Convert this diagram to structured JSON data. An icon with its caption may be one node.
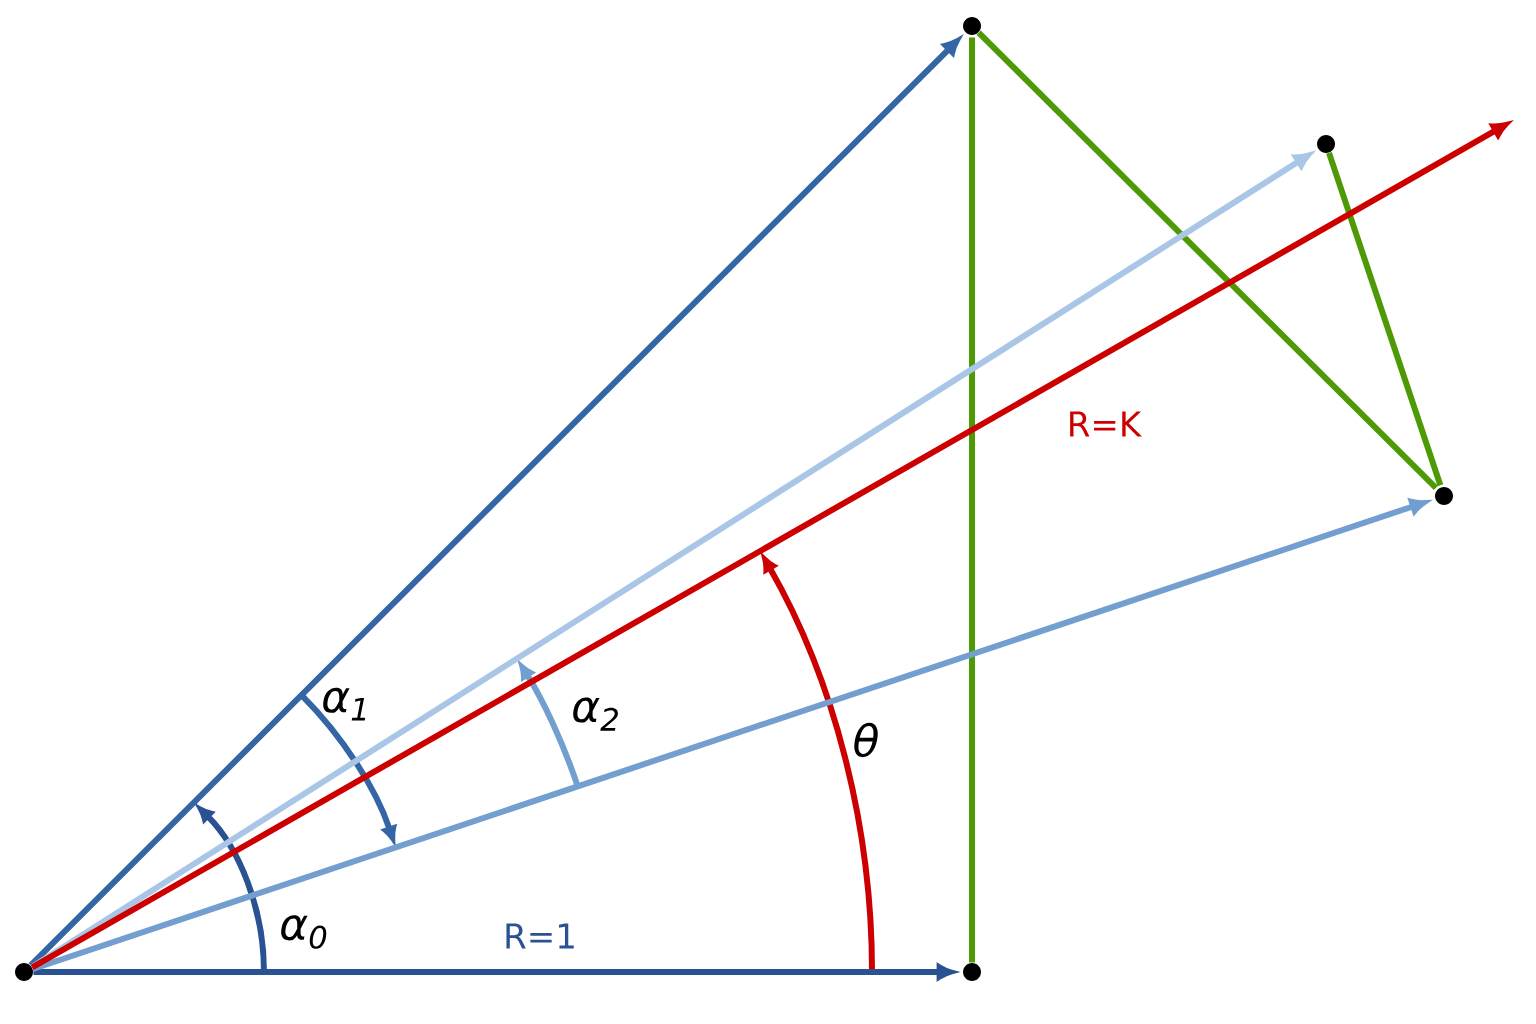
{
  "diagram": {
    "nodes": [
      {
        "text": [],
        "shape": "circle"
      },
      {
        "text": [],
        "shape": "circle"
      },
      {
        "text": [],
        "shape": "circle"
      },
      {
        "text": [],
        "shape": "circle"
      },
      {
        "text": [],
        "shape": "circle"
      }
    ],
    "edges": [
      {
        "from": 0,
        "to": 1,
        "arrow": "to",
        "label": "R=1",
        "color": "#2a5293"
      },
      {
        "from": 0,
        "to": 2,
        "arrow": "to",
        "color": "#3465a4"
      },
      {
        "from": 0,
        "to": 3,
        "arrow": "to",
        "color": "#a9c6e6"
      },
      {
        "from": 0,
        "to": 4,
        "arrow": "to",
        "color": "#729fcf"
      },
      {
        "from": 0,
        "to": null,
        "arrow": "to",
        "label": "R=K",
        "color": "#cc0000"
      },
      {
        "from": 1,
        "to": 2,
        "arrow": "none",
        "color": "#4e9a06"
      },
      {
        "from": 2,
        "to": 4,
        "arrow": "none",
        "color": "#4e9a06"
      },
      {
        "from": 3,
        "to": 4,
        "arrow": "none",
        "color": "#4e9a06"
      }
    ],
    "labels": [
      "α$_{0}$",
      "α$_{1}$",
      "α$_{2}$",
      "θ"
    ]
  }
}
